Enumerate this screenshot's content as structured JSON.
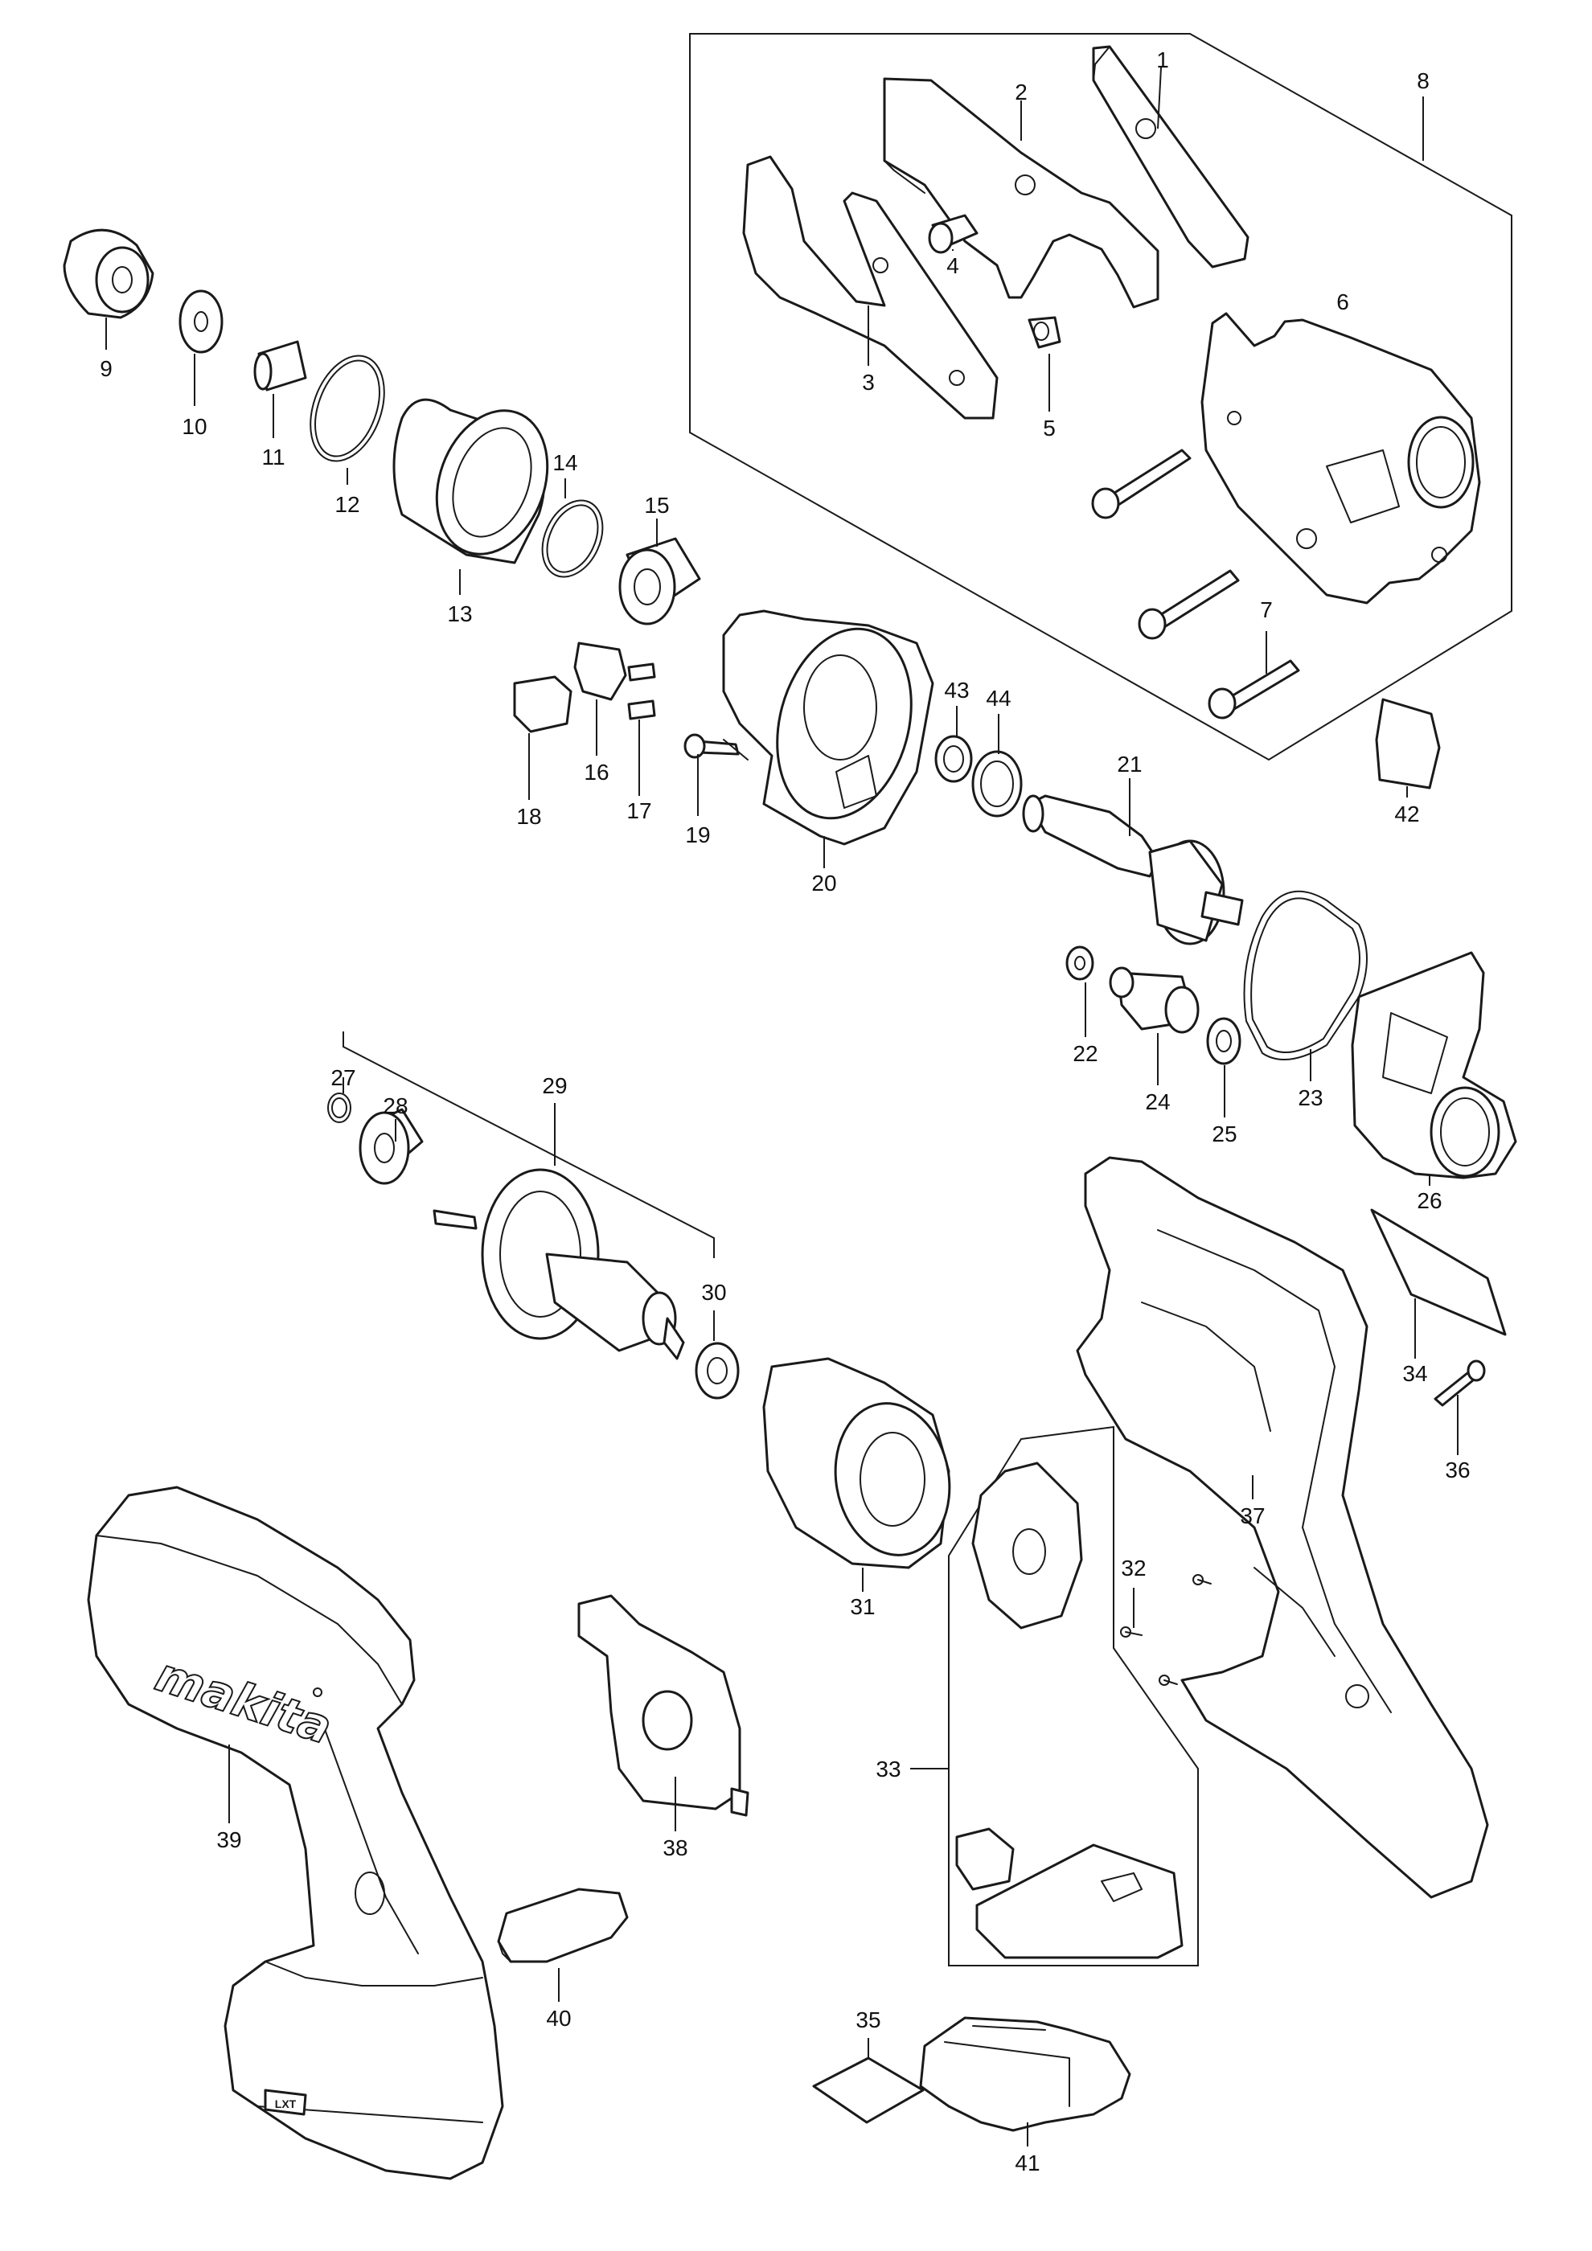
{
  "diagram": {
    "type": "exploded-parts-diagram",
    "brand_mark": "makita",
    "battery_badge": "LXT",
    "part_labels": [
      {
        "id": "p1",
        "text": "1"
      },
      {
        "id": "p2",
        "text": "2"
      },
      {
        "id": "p3",
        "text": "3"
      },
      {
        "id": "p4",
        "text": "4"
      },
      {
        "id": "p5",
        "text": "5"
      },
      {
        "id": "p6",
        "text": "6"
      },
      {
        "id": "p7",
        "text": "7"
      },
      {
        "id": "p8",
        "text": "8"
      },
      {
        "id": "p9",
        "text": "9"
      },
      {
        "id": "p10",
        "text": "10"
      },
      {
        "id": "p11",
        "text": "11"
      },
      {
        "id": "p12",
        "text": "12"
      },
      {
        "id": "p13",
        "text": "13"
      },
      {
        "id": "p14",
        "text": "14"
      },
      {
        "id": "p15",
        "text": "15"
      },
      {
        "id": "p16",
        "text": "16"
      },
      {
        "id": "p17",
        "text": "17"
      },
      {
        "id": "p18",
        "text": "18"
      },
      {
        "id": "p19",
        "text": "19"
      },
      {
        "id": "p20",
        "text": "20"
      },
      {
        "id": "p21",
        "text": "21"
      },
      {
        "id": "p22",
        "text": "22"
      },
      {
        "id": "p23",
        "text": "23"
      },
      {
        "id": "p24",
        "text": "24"
      },
      {
        "id": "p25",
        "text": "25"
      },
      {
        "id": "p26",
        "text": "26"
      },
      {
        "id": "p27",
        "text": "27"
      },
      {
        "id": "p28",
        "text": "28"
      },
      {
        "id": "p29",
        "text": "29"
      },
      {
        "id": "p30",
        "text": "30"
      },
      {
        "id": "p31",
        "text": "31"
      },
      {
        "id": "p32",
        "text": "32"
      },
      {
        "id": "p33",
        "text": "33"
      },
      {
        "id": "p34",
        "text": "34"
      },
      {
        "id": "p35",
        "text": "35"
      },
      {
        "id": "p36",
        "text": "36"
      },
      {
        "id": "p37",
        "text": "37"
      },
      {
        "id": "p38",
        "text": "38"
      },
      {
        "id": "p39",
        "text": "39"
      },
      {
        "id": "p40",
        "text": "40"
      },
      {
        "id": "p41",
        "text": "41"
      },
      {
        "id": "p42",
        "text": "42"
      },
      {
        "id": "p43",
        "text": "43"
      },
      {
        "id": "p44",
        "text": "44"
      }
    ]
  }
}
